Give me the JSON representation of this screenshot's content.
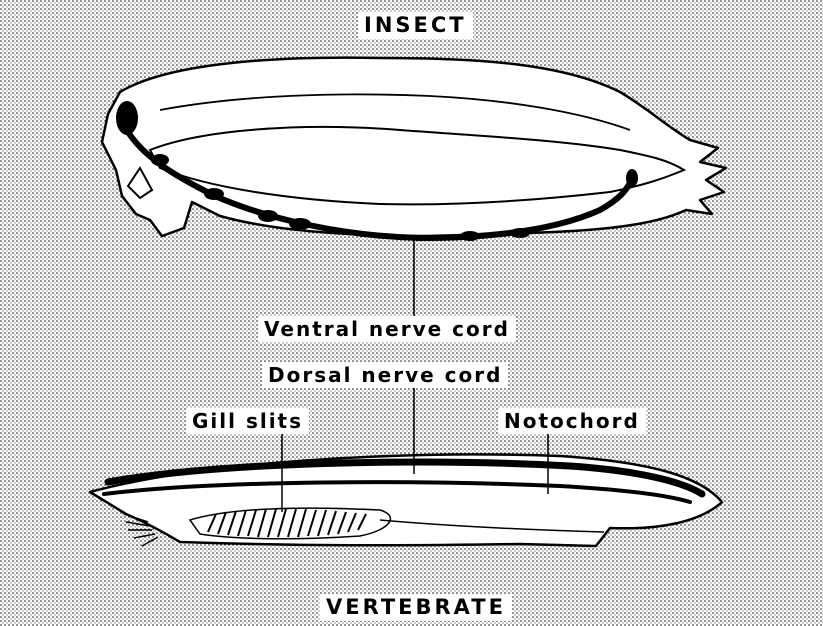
{
  "titles": {
    "insect": "INSECT",
    "vertebrate": "VERTEBRATE"
  },
  "labels": {
    "ventral_nerve_cord": "Ventral nerve cord",
    "dorsal_nerve_cord": "Dorsal nerve cord",
    "gill_slits": "Gill slits",
    "notochord": "Notochord"
  },
  "colors": {
    "background": "#ffffff",
    "stipple": "#000000",
    "outline": "#000000",
    "body_fill": "#ffffff"
  }
}
